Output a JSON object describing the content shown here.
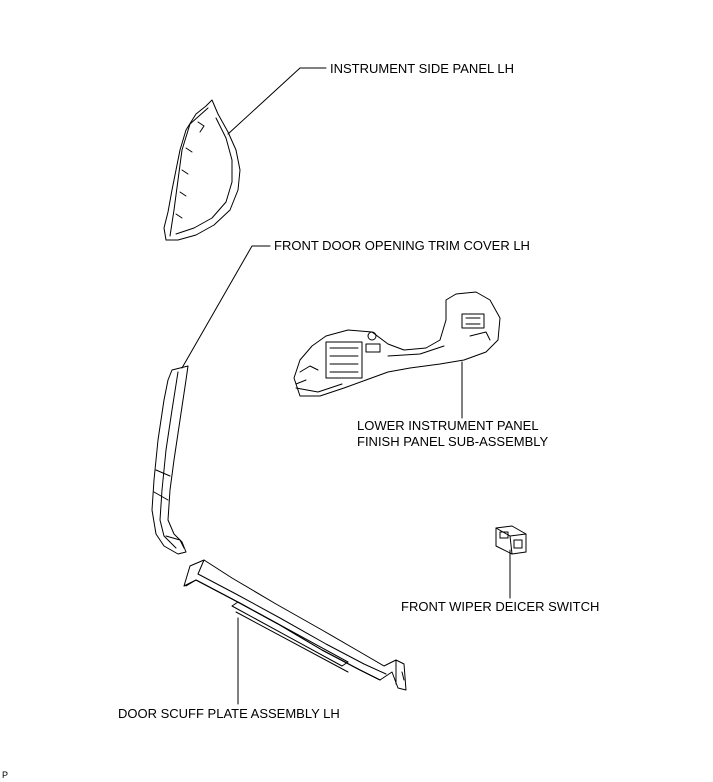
{
  "labels": {
    "instrument_side_panel": "INSTRUMENT SIDE PANEL LH",
    "front_door_opening_trim_cover": "FRONT DOOR OPENING TRIM COVER LH",
    "lower_instrument_panel_line1": "LOWER INSTRUMENT PANEL",
    "lower_instrument_panel_line2": "FINISH PANEL SUB-ASSEMBLY",
    "front_wiper_deicer_switch": "FRONT WIPER DEICER SWITCH",
    "door_scuff_plate": "DOOR SCUFF PLATE ASSEMBLY LH"
  },
  "reference_code": "P"
}
